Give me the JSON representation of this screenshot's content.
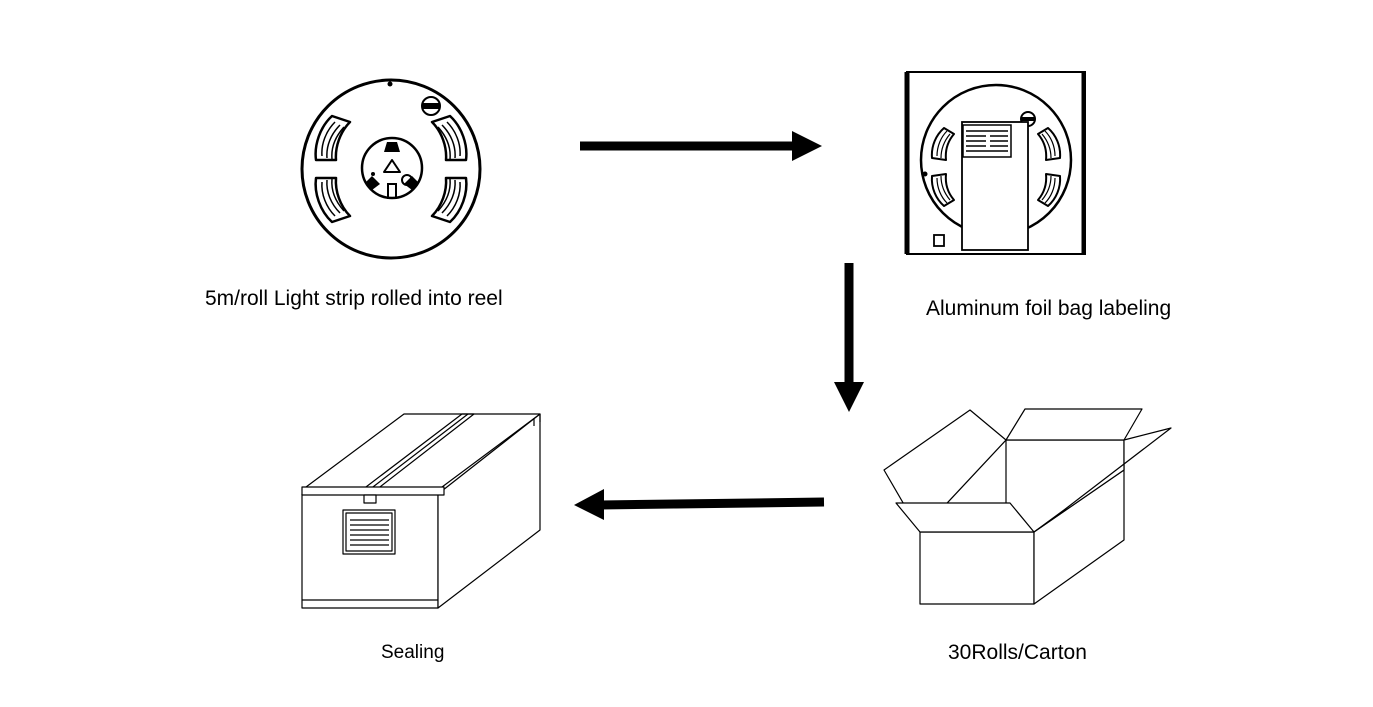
{
  "steps": [
    {
      "id": "reel",
      "label": "5m/roll Light strip rolled into reel",
      "icon": "reel-icon"
    },
    {
      "id": "foil",
      "label": "Aluminum foil bag labeling",
      "icon": "foil-bag-icon"
    },
    {
      "id": "carton",
      "label": "30Rolls/Carton",
      "icon": "open-carton-icon"
    },
    {
      "id": "sealing",
      "label": "Sealing",
      "icon": "sealed-box-icon"
    }
  ],
  "flow": [
    "reel",
    "foil",
    "carton",
    "sealing"
  ],
  "colors": {
    "ink": "#000000",
    "background": "#ffffff"
  }
}
